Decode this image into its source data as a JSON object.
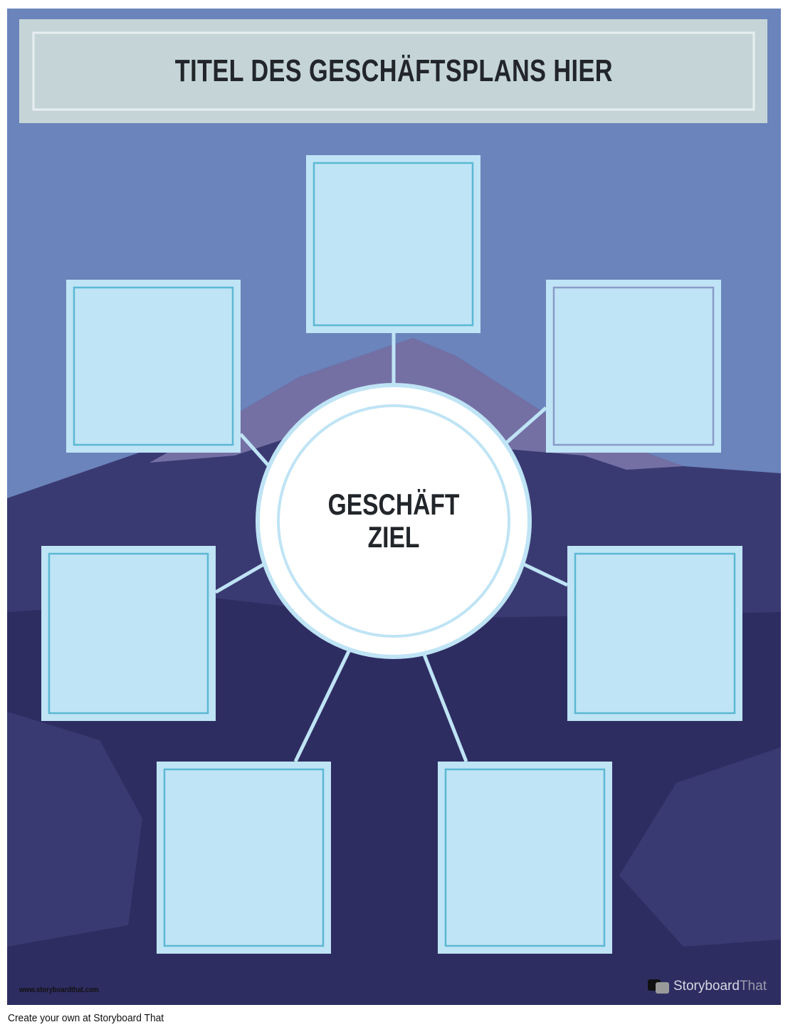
{
  "header": {
    "title": "TITEL DES GESCHÄFTSPLANS HIER"
  },
  "center": {
    "line1": "GESCHÄFT",
    "line2": "ZIEL"
  },
  "boxes": [
    {
      "name": "top"
    },
    {
      "name": "upper-left"
    },
    {
      "name": "upper-right"
    },
    {
      "name": "middle-left"
    },
    {
      "name": "middle-right"
    },
    {
      "name": "bottom-left"
    },
    {
      "name": "bottom-right"
    }
  ],
  "watermark": {
    "url": "www.storyboardthat.com",
    "logo_part1": "Storyboard",
    "logo_part2": "That"
  },
  "footer": {
    "text": "Create your own at Storyboard That"
  },
  "colors": {
    "sky": "#6b84bb",
    "mountain": "#7470a4",
    "ground": "#2e2d62",
    "box_fill": "#bfe4f5",
    "box_line": "#5bb8d4",
    "title_bg": "#c5d5d7"
  }
}
